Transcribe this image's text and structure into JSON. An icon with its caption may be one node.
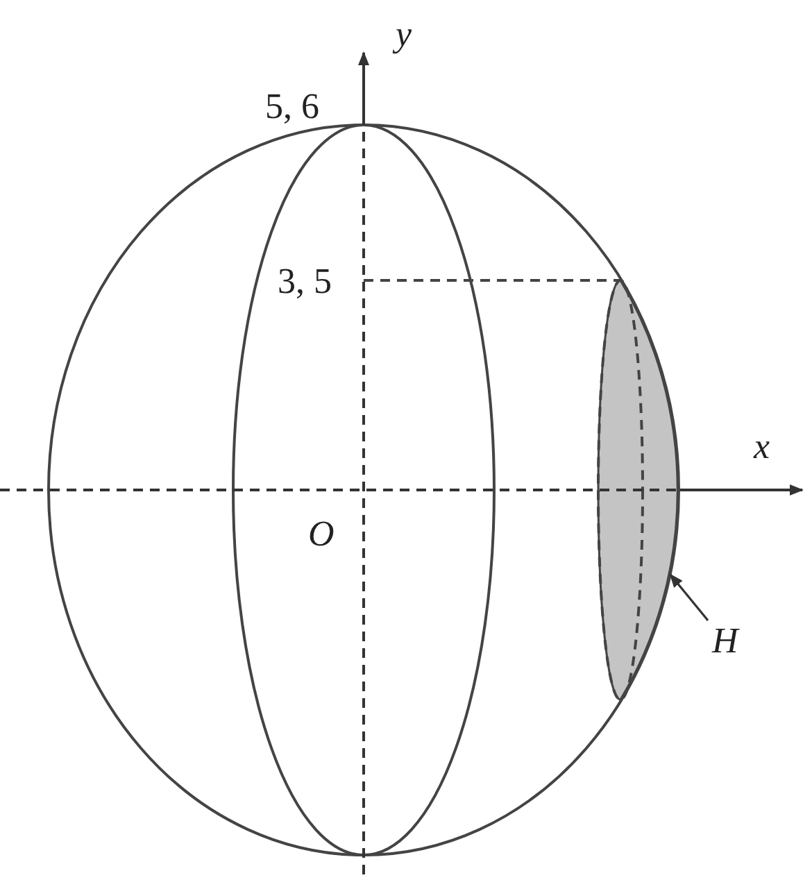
{
  "diagram": {
    "nodes": [
      {
        "text": [],
        "shape": "lens"
      },
      {
        "text": [
          "H"
        ]
      }
    ],
    "edges": [
      {
        "from": 1,
        "to": 0,
        "arrow": "to"
      }
    ],
    "labels": [
      "y",
      "5, 6",
      "3, 5",
      "x",
      "O"
    ]
  }
}
